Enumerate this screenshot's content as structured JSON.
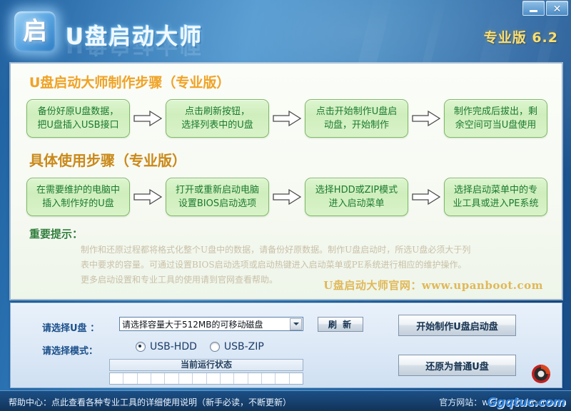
{
  "window": {
    "minimize_label": "—",
    "close_label": "✕"
  },
  "header": {
    "logo_glyph": "启",
    "app_title": "U盘启动大师",
    "version": "专业版 6.2"
  },
  "panel": {
    "section1_title": "U盘启动大师制作步骤（专业版）",
    "section2_title": "具体使用步骤（专业版）",
    "arrow_glyph": "arrow-right-icon",
    "steps_make": [
      {
        "line1": "备份好原U盘数据，",
        "line2": "把U盘插入USB接口"
      },
      {
        "line1": "点击刷新按钮，",
        "line2": "选择列表中的U盘"
      },
      {
        "line1": "点击开始制作U盘启",
        "line2": "动盘，开始制作"
      },
      {
        "line1": "制作完成后拔出，剩",
        "line2": "余空间可当U盘使用"
      }
    ],
    "steps_use": [
      {
        "line1": "在需要维护的电脑中",
        "line2": "插入制作好的U盘"
      },
      {
        "line1": "打开或重新启动电脑",
        "line2": "设置BIOS启动选项"
      },
      {
        "line1": "选择HDD或ZIP模式",
        "line2": "进入启动菜单"
      },
      {
        "line1": "选择启动菜单中的专",
        "line2": "业工具或进入PE系统"
      }
    ],
    "notice_title": "重要提示：",
    "notice_lines": [
      "制作和还原过程都将格式化整个U盘中的数据，请备份好原数据。制作U盘启动时，所选U盘必须大于列",
      "表中要求的容量。可通过设置BIOS启动选项或启动热键进入启动菜单或PE系统进行相应的维护操作。",
      "更多启动设置和专业工具的使用请到官网查看帮助。"
    ],
    "site_label": "U盘启动大师官网：",
    "site_url": "www.upanboot.com"
  },
  "controls": {
    "disk_label": "请选择U盘 ：",
    "disk_value": "请选择容量大于512MB的可移动磁盘",
    "disk_placeholder": "请选择容量大于512MB的可移动磁盘",
    "mode_label": "请选择模式：",
    "mode_options": [
      {
        "label": "USB-HDD",
        "checked": true
      },
      {
        "label": "USB-ZIP",
        "checked": false
      }
    ],
    "progress_caption": "当前运行状态",
    "progress_percent": 0,
    "progress_segments": 14,
    "refresh_label": "刷 新",
    "make_label": "开始制作U盘启动盘",
    "restore_label": "还原为普通U盘",
    "corner_logo_name": "target-logo-icon"
  },
  "footer": {
    "help_text": "帮助中心：点此查看各种专业工具的详细使用说明（新手必读，不断更新）",
    "official_text": "官方网站：www.upanboot.com",
    "watermark_text": "Ggqtuc.com"
  },
  "colors": {
    "accent_blue": "#2b74b4",
    "heading_orange": "#f0a326",
    "step_green": "#1a7a2e",
    "version_gold": "#ffdf6e",
    "site_gold": "#e0b858"
  }
}
